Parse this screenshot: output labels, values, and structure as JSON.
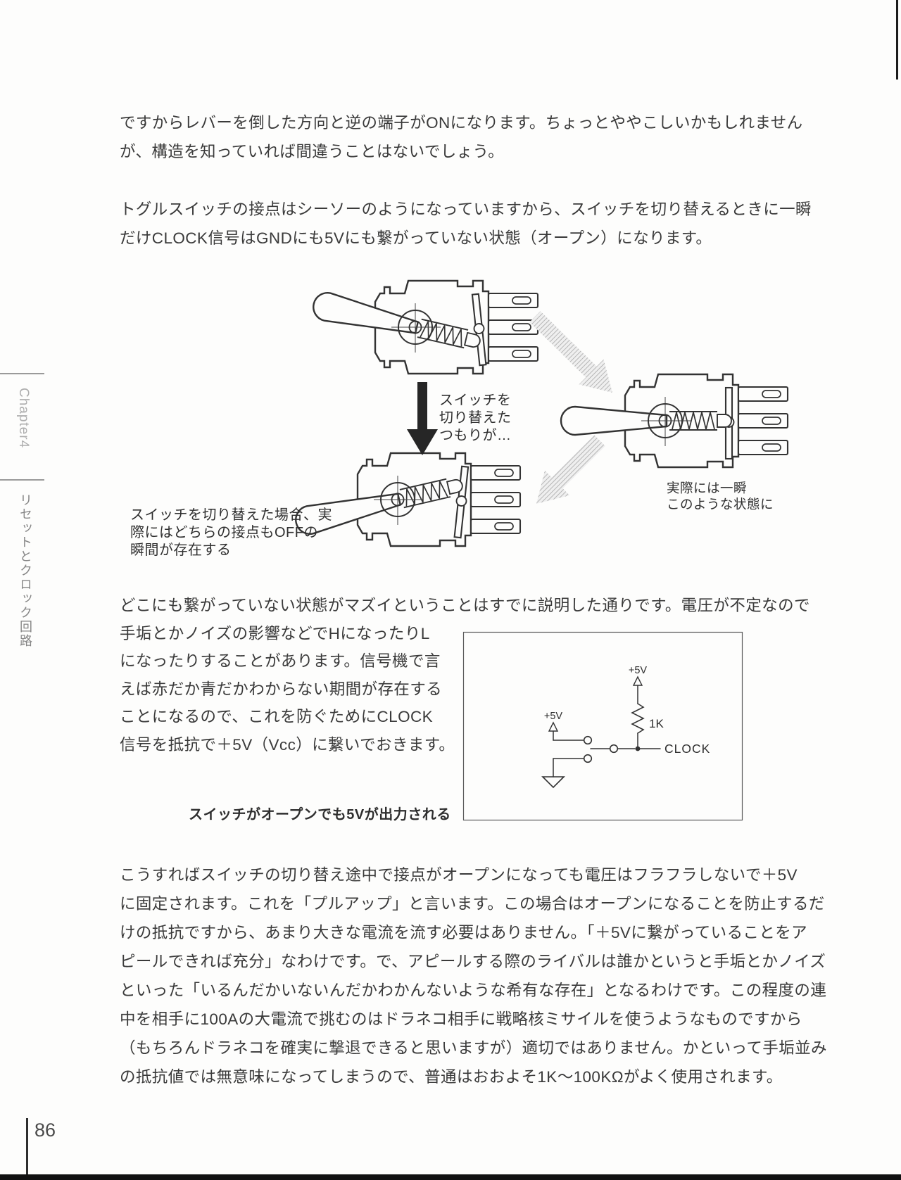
{
  "sidebar": {
    "chapter": "Chapter4",
    "section": "リセットとクロック回路"
  },
  "footer": {
    "page_number": "86"
  },
  "intro_p1": {
    "lines": [
      "ですからレバーを倒した方向と逆の端子がONになります。ちょっとややこしいかもしれません",
      "が、構造を知っていれば間違うことはないでしょう。"
    ]
  },
  "intro_p2": {
    "lines": [
      "トグルスイッチの接点はシーソーのようになっていますから、スイッチを切り替えるときに一瞬",
      "だけCLOCK信号はGNDにも5Vにも繋がっていない状態（オープン）になります。"
    ]
  },
  "switch_figure": {
    "intent_label": {
      "lines": [
        "スイッチを",
        "切り替えた",
        "つもりが…"
      ]
    },
    "actual_label": {
      "lines": [
        "実際には一瞬",
        "このような状態に"
      ]
    },
    "result_caption": {
      "lines": [
        "スイッチを切り替えた場合、実",
        "際にはどちらの接点もOFFの",
        "瞬間が存在する"
      ]
    }
  },
  "pullup_text": {
    "lines": [
      "どこにも繋がっていない状態がマズイということはすでに説明した通りです。電圧が不定なので",
      "手垢とかノイズの影響などでHになったりL",
      "になったりすることがあります。信号機で言",
      "えば赤だか青だかわからない期間が存在する",
      "ことになるので、これを防ぐためにCLOCK",
      "信号を抵抗で＋5V（Vcc）に繋いでおきます。"
    ]
  },
  "circuit_figure": {
    "vcc_top": "+5V",
    "vcc_left": "+5V",
    "resistor": "1K",
    "signal": "CLOCK",
    "caption": "スイッチがオープンでも5Vが出力される"
  },
  "closing": {
    "lines": [
      "こうすればスイッチの切り替え途中で接点がオープンになっても電圧はフラフラしないで＋5V",
      "に固定されます。これを「プルアップ」と言います。この場合はオープンになることを防止するだ",
      "けの抵抗ですから、あまり大きな電流を流す必要はありません。「＋5Vに繋がっていることをア",
      "ピールできれば充分」なわけです。で、アピールする際のライバルは誰かというと手垢とかノイズ",
      "といった「いるんだかいないんだかわかんないような希有な存在」となるわけです。この程度の連",
      "中を相手に100Aの大電流で挑むのはドラネコ相手に戦略核ミサイルを使うようなものですから",
      "（もちろんドラネコを確実に撃退できると思いますが）適切ではありません。かといって手垢並み",
      "の抵抗値では無意味になってしまうので、普通はおおよそ1K〜100KΩがよく使用されます。"
    ]
  }
}
